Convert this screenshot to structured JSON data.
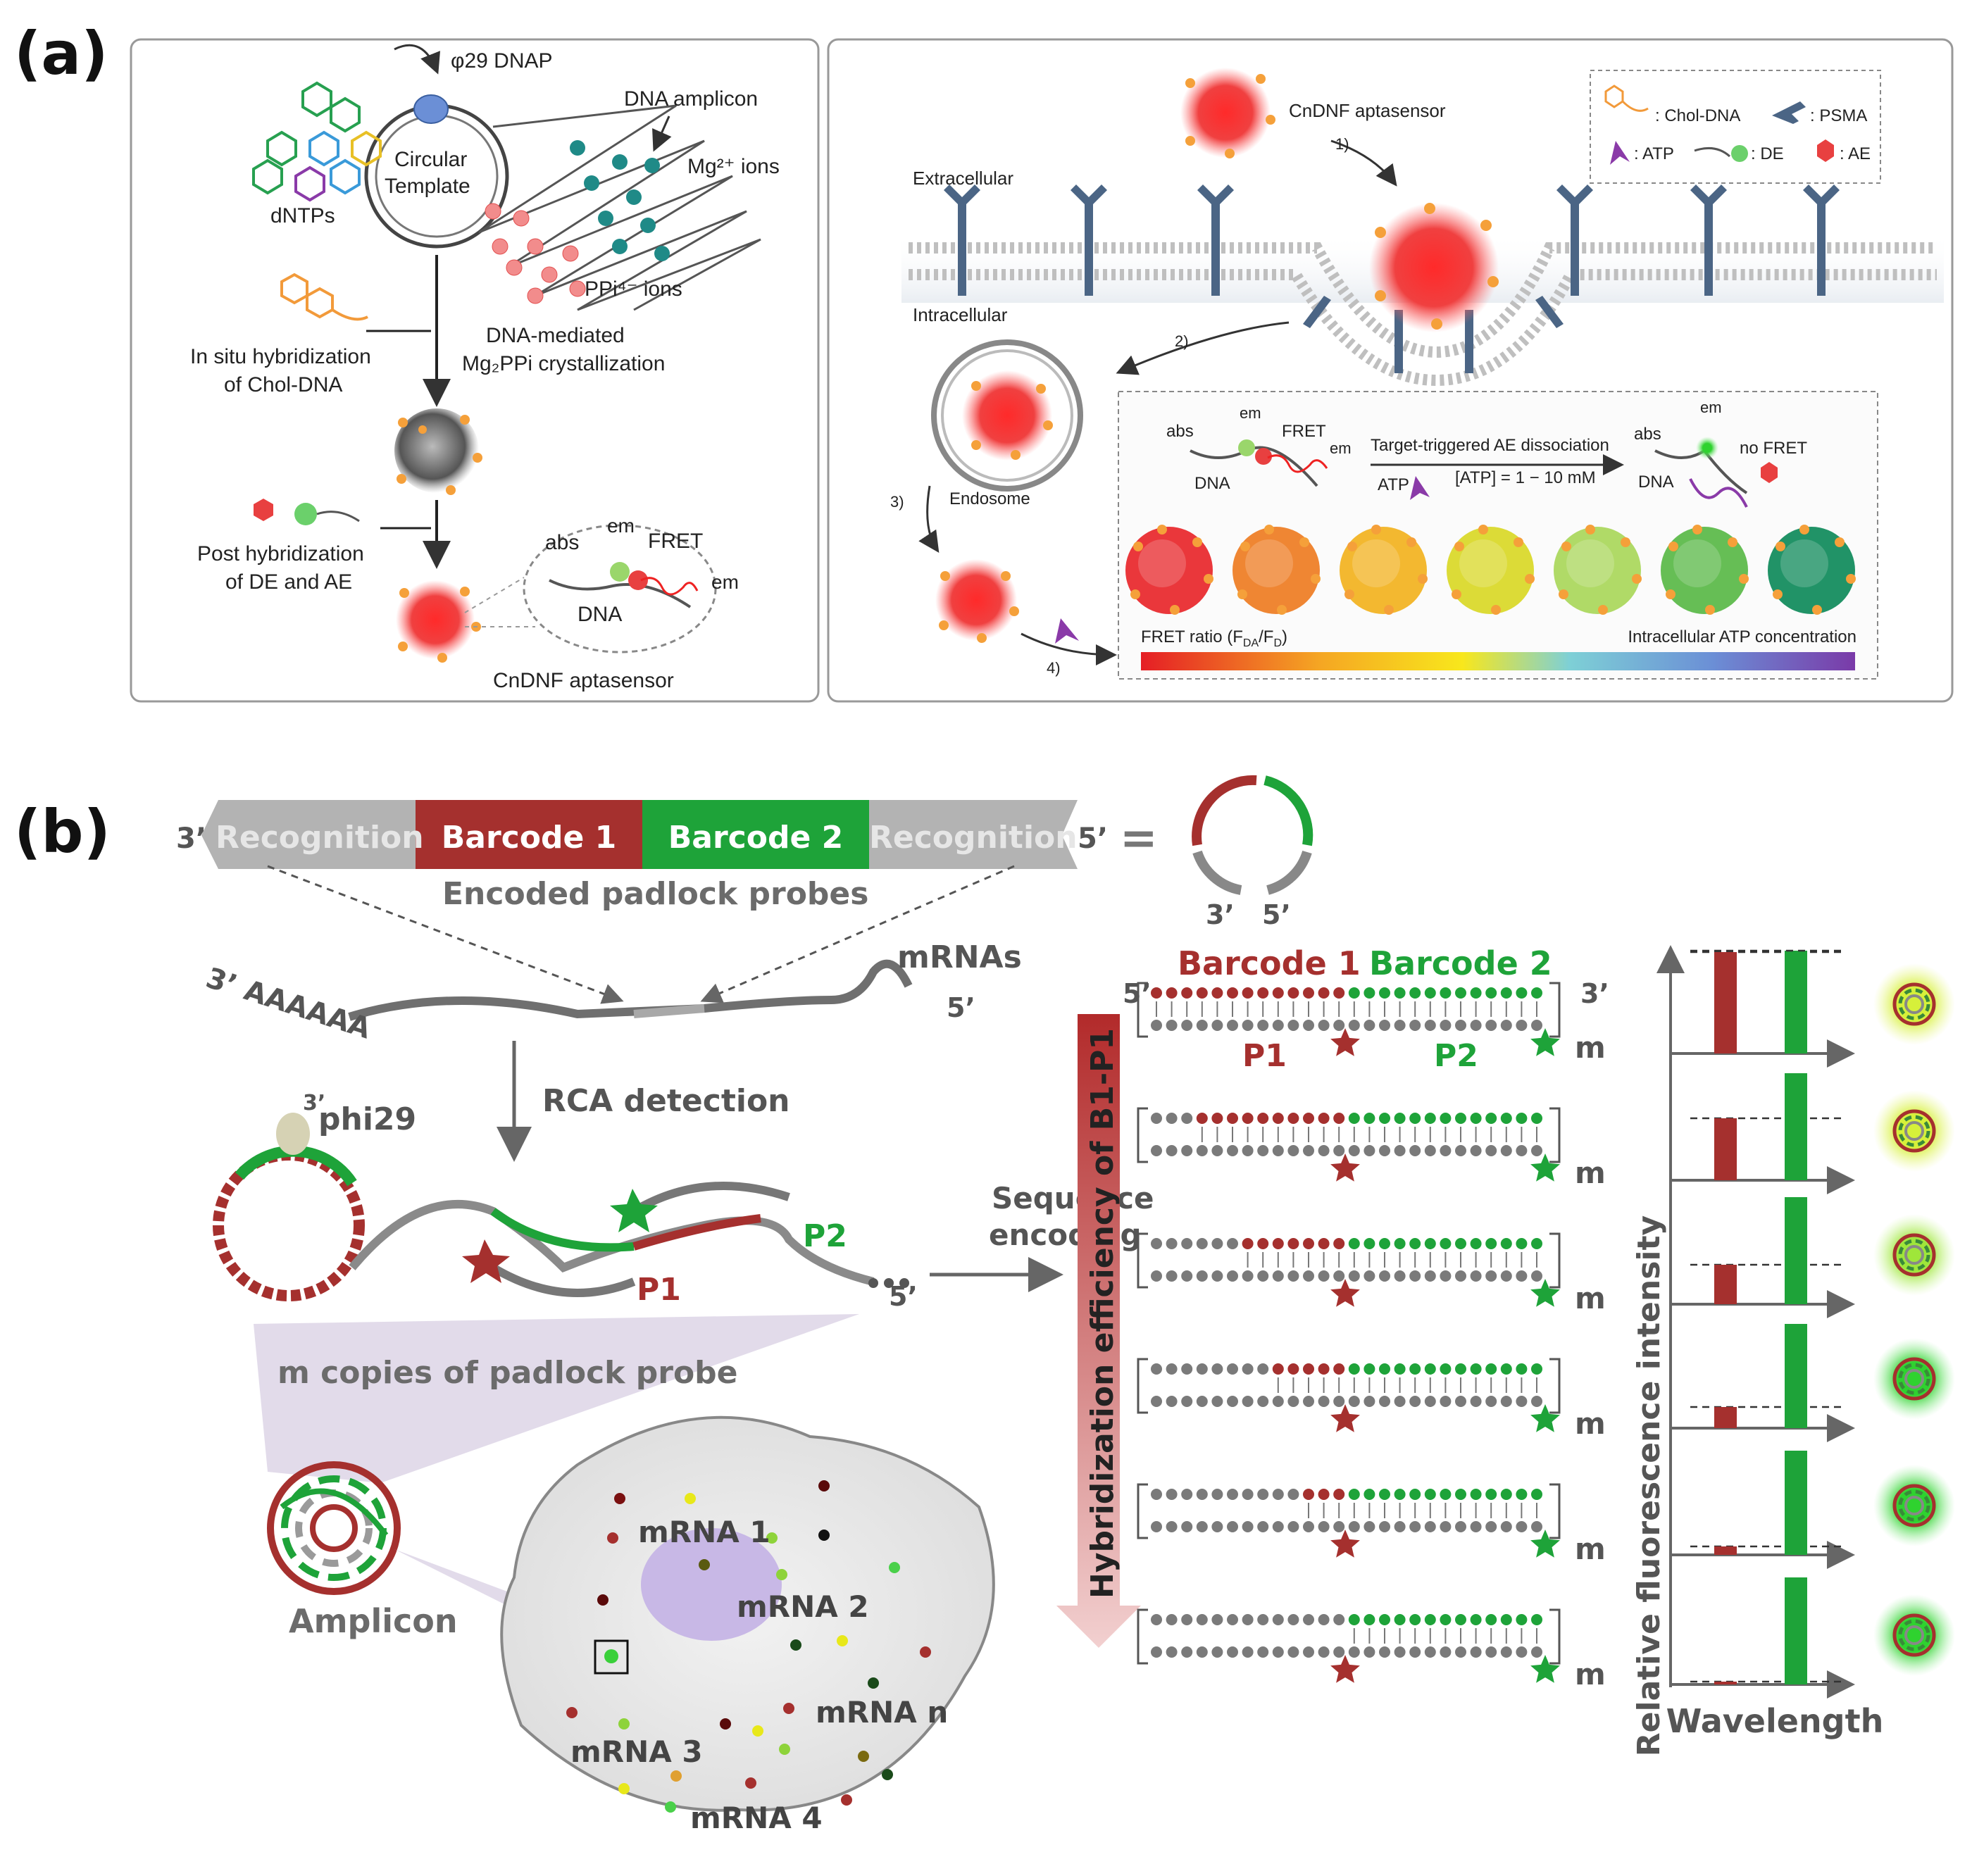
{
  "panel_a": {
    "tag": "(a)",
    "left": {
      "phi29": "φ29 DNAP",
      "amplicon": "DNA amplicon",
      "circ1": "Circular",
      "circ2": "Template",
      "mg": "Mg²⁺ ions",
      "dntps": "dNTPs",
      "ppi": "PPi⁴⁻ ions",
      "situ1": "In situ hybridization",
      "situ2": "of Chol-DNA",
      "med1": "DNA-mediated",
      "med2": "Mg₂PPi crystallization",
      "post1": "Post hybridization",
      "post2": "of DE and AE",
      "abs": "abs",
      "em1": "em",
      "fret": "FRET",
      "em2": "em",
      "dna": "DNA",
      "cndnf": "CnDNF aptasensor"
    },
    "right": {
      "cndnf": "CnDNF aptasensor",
      "extra": "Extracellular",
      "intra": "Intracellular",
      "endosome": "Endosome",
      "step1": "1)",
      "step2": "2)",
      "step3": "3)",
      "step4": "4)",
      "legend": {
        "chol": ": Chol-DNA",
        "psma": ": PSMA",
        "atp": ": ATP",
        "de": ": DE",
        "ae": ": AE"
      },
      "inset": {
        "abs1": "abs",
        "em1": "em",
        "fret": "FRET",
        "em_red": "em",
        "dna1": "DNA",
        "trigger": "Target-triggered AE dissociation",
        "atp": "ATP",
        "conc": "[ATP] = 1 − 10 mM",
        "abs2": "abs",
        "em2": "em",
        "nofret": "no FRET",
        "dna2": "DNA",
        "fret_ratio": "FRET ratio (F",
        "fret_sub1": "DA",
        "fret_mid": "/F",
        "fret_sub2": "D",
        "fret_end": ")",
        "atp_conc": "Intracellular ATP concentration"
      },
      "gradient_colors": [
        "#e8262a",
        "#ee7c22",
        "#f2b21e",
        "#d9d826",
        "#a9d75a",
        "#59b947",
        "#0e8a5a"
      ]
    }
  },
  "panel_b": {
    "tag": "(b)",
    "probe": {
      "end3": "3’",
      "recog_l": "Recognition",
      "bar1": "Barcode 1",
      "bar2": "Barcode 2",
      "recog_r": "Recognition",
      "end5": "5’",
      "eq": "=",
      "circ3": "3’",
      "circ5": "5’",
      "title": "Encoded padlock probes"
    },
    "mrna": {
      "polyA": "3’ AAAAAA",
      "label": "mRNAs",
      "end5": "5’"
    },
    "rca": "RCA detection",
    "phi29_3": "3’",
    "phi29": "phi29",
    "p1": "P1",
    "p2": "P2",
    "rca_end": "5’",
    "seq1": "Sequence",
    "seq2": "encoding",
    "copies": "m copies of padlock probe",
    "amplicon": "Amplicon",
    "cell": {
      "m1": "mRNA 1",
      "m2": "mRNA 2",
      "m3": "mRNA 3",
      "m4": "mRNA 4",
      "mn": "mRNA n"
    },
    "arrow_label": "Hybridization efficiency of B1-P1",
    "duplex": {
      "b1": "Barcode 1",
      "b2": "Barcode 2",
      "end5": "5’",
      "end3": "3’",
      "p1": "P1",
      "p2": "P2",
      "m": "m"
    },
    "bar_panel": {
      "ylabel": "Relative fluorescence intensity",
      "xlabel": "Wavelength"
    },
    "colors": {
      "red": "#a5302e",
      "green": "#1ea339",
      "grey": "#7a7a7a"
    }
  }
}
